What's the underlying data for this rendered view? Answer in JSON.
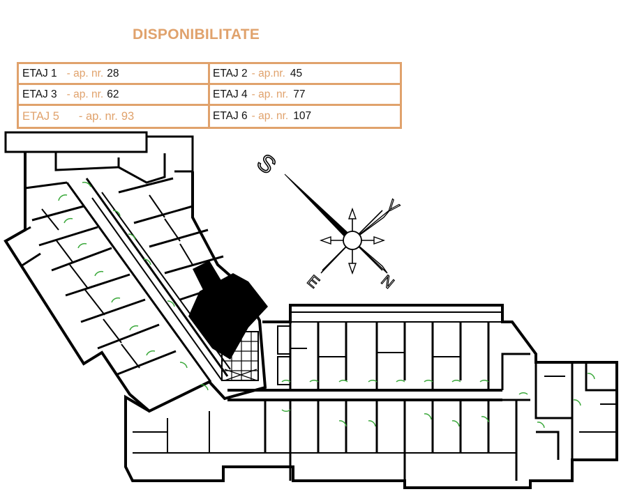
{
  "title": "DISPONIBILITATE",
  "availability": [
    {
      "floor": "ETAJ 1",
      "sep": "-  ap. nr.",
      "number": "28"
    },
    {
      "floor": "ETAJ 2",
      "sep": "- ap.nr.",
      "number": "45"
    },
    {
      "floor": "ETAJ 3",
      "sep": "-  ap. nr.",
      "number": "62"
    },
    {
      "floor": "ETAJ 4",
      "sep": "- ap. nr.",
      "number": "77"
    },
    {
      "floor": "ETAJ 5",
      "sep": "-  ap. nr.",
      "number": "93"
    },
    {
      "floor": "ETAJ 6",
      "sep": "- ap. nr.",
      "number": "107"
    }
  ],
  "compass": {
    "s": "S",
    "v": "V",
    "n": "N",
    "e": "E"
  },
  "colors": {
    "accent": "#e0a26c",
    "line": "#000000",
    "door": "#3aa83a"
  },
  "icons": {
    "compass": "compass-rose-icon"
  }
}
